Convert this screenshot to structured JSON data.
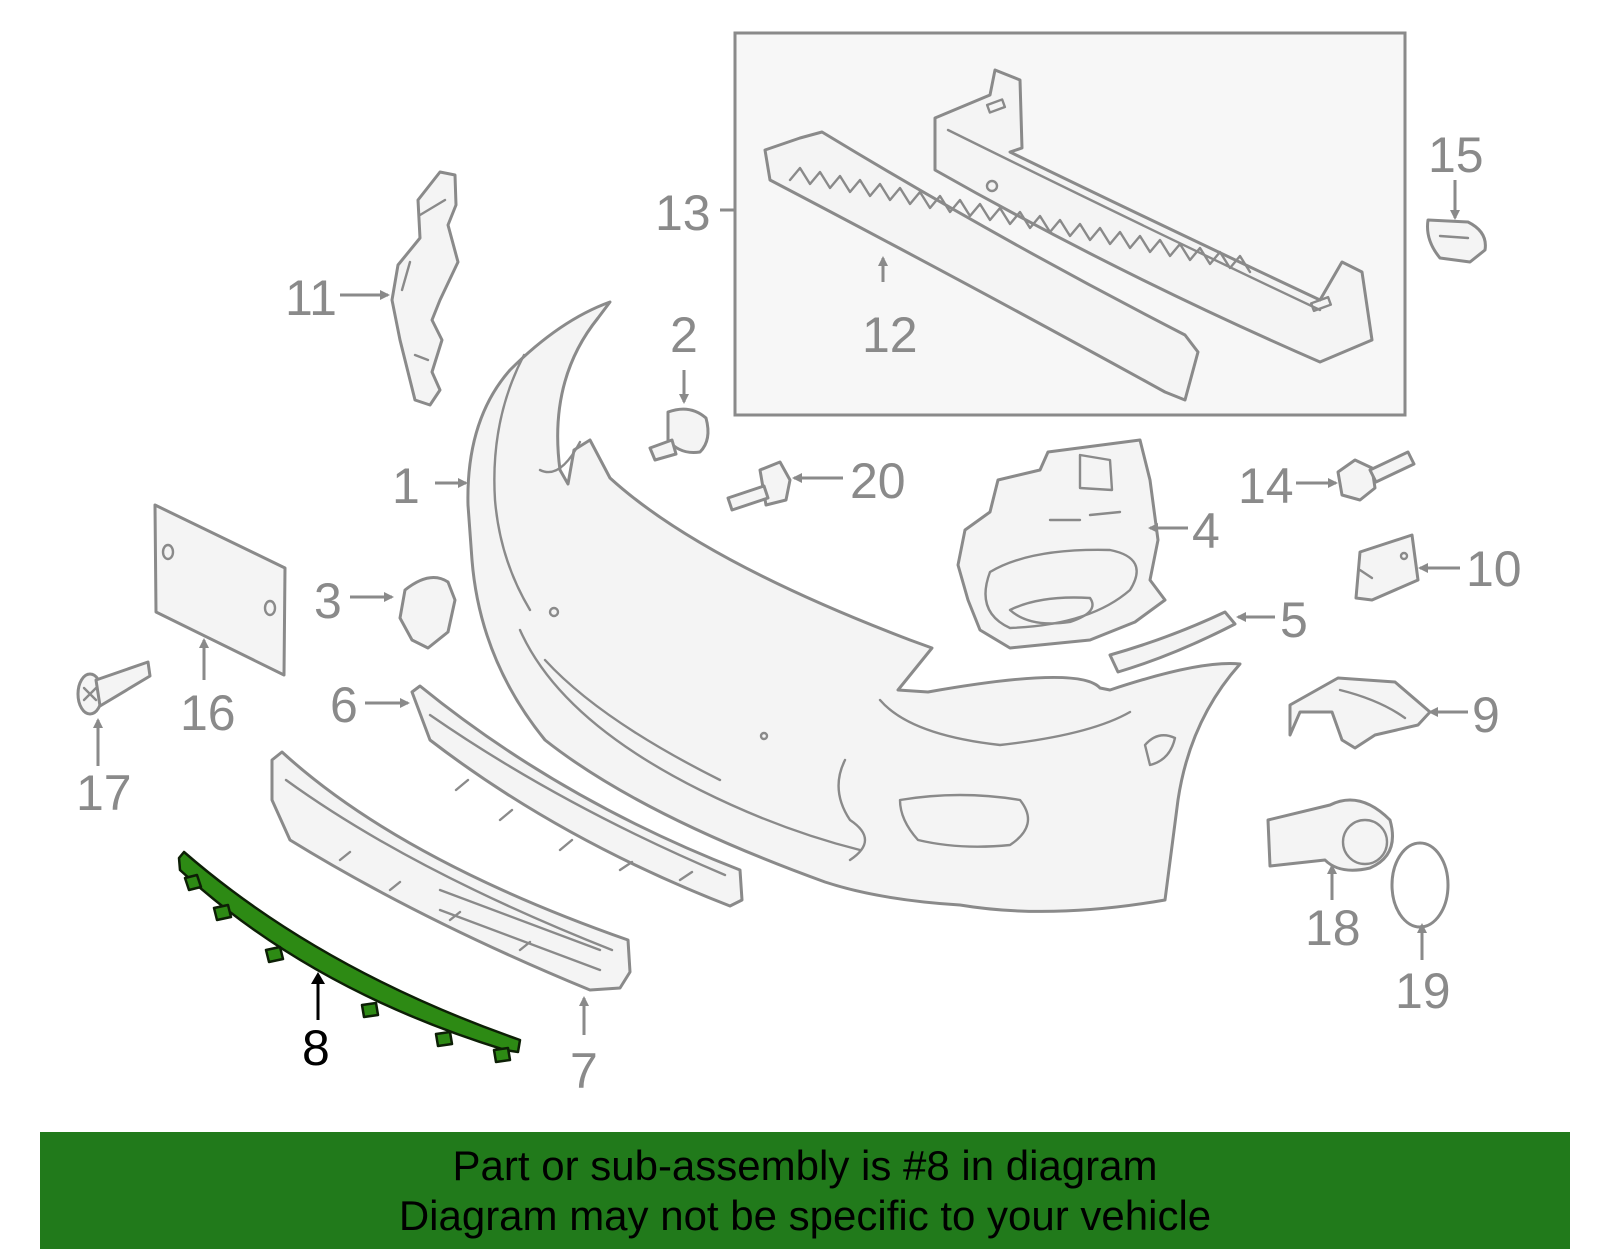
{
  "callouts": {
    "c1": "1",
    "c2": "2",
    "c3": "3",
    "c4": "4",
    "c5": "5",
    "c6": "6",
    "c7": "7",
    "c8": "8",
    "c9": "9",
    "c10": "10",
    "c11": "11",
    "c12": "12",
    "c13": "13",
    "c14": "14",
    "c15": "15",
    "c16": "16",
    "c17": "17",
    "c18": "18",
    "c19": "19",
    "c20": "20"
  },
  "selected_part": "8",
  "colors": {
    "highlight": "#2d8a14",
    "banner": "#217a1b",
    "linework": "#8a8a8a"
  },
  "banner": {
    "line1": "Part or sub-assembly is #8 in diagram",
    "line2": "Diagram may not be specific to your vehicle"
  }
}
